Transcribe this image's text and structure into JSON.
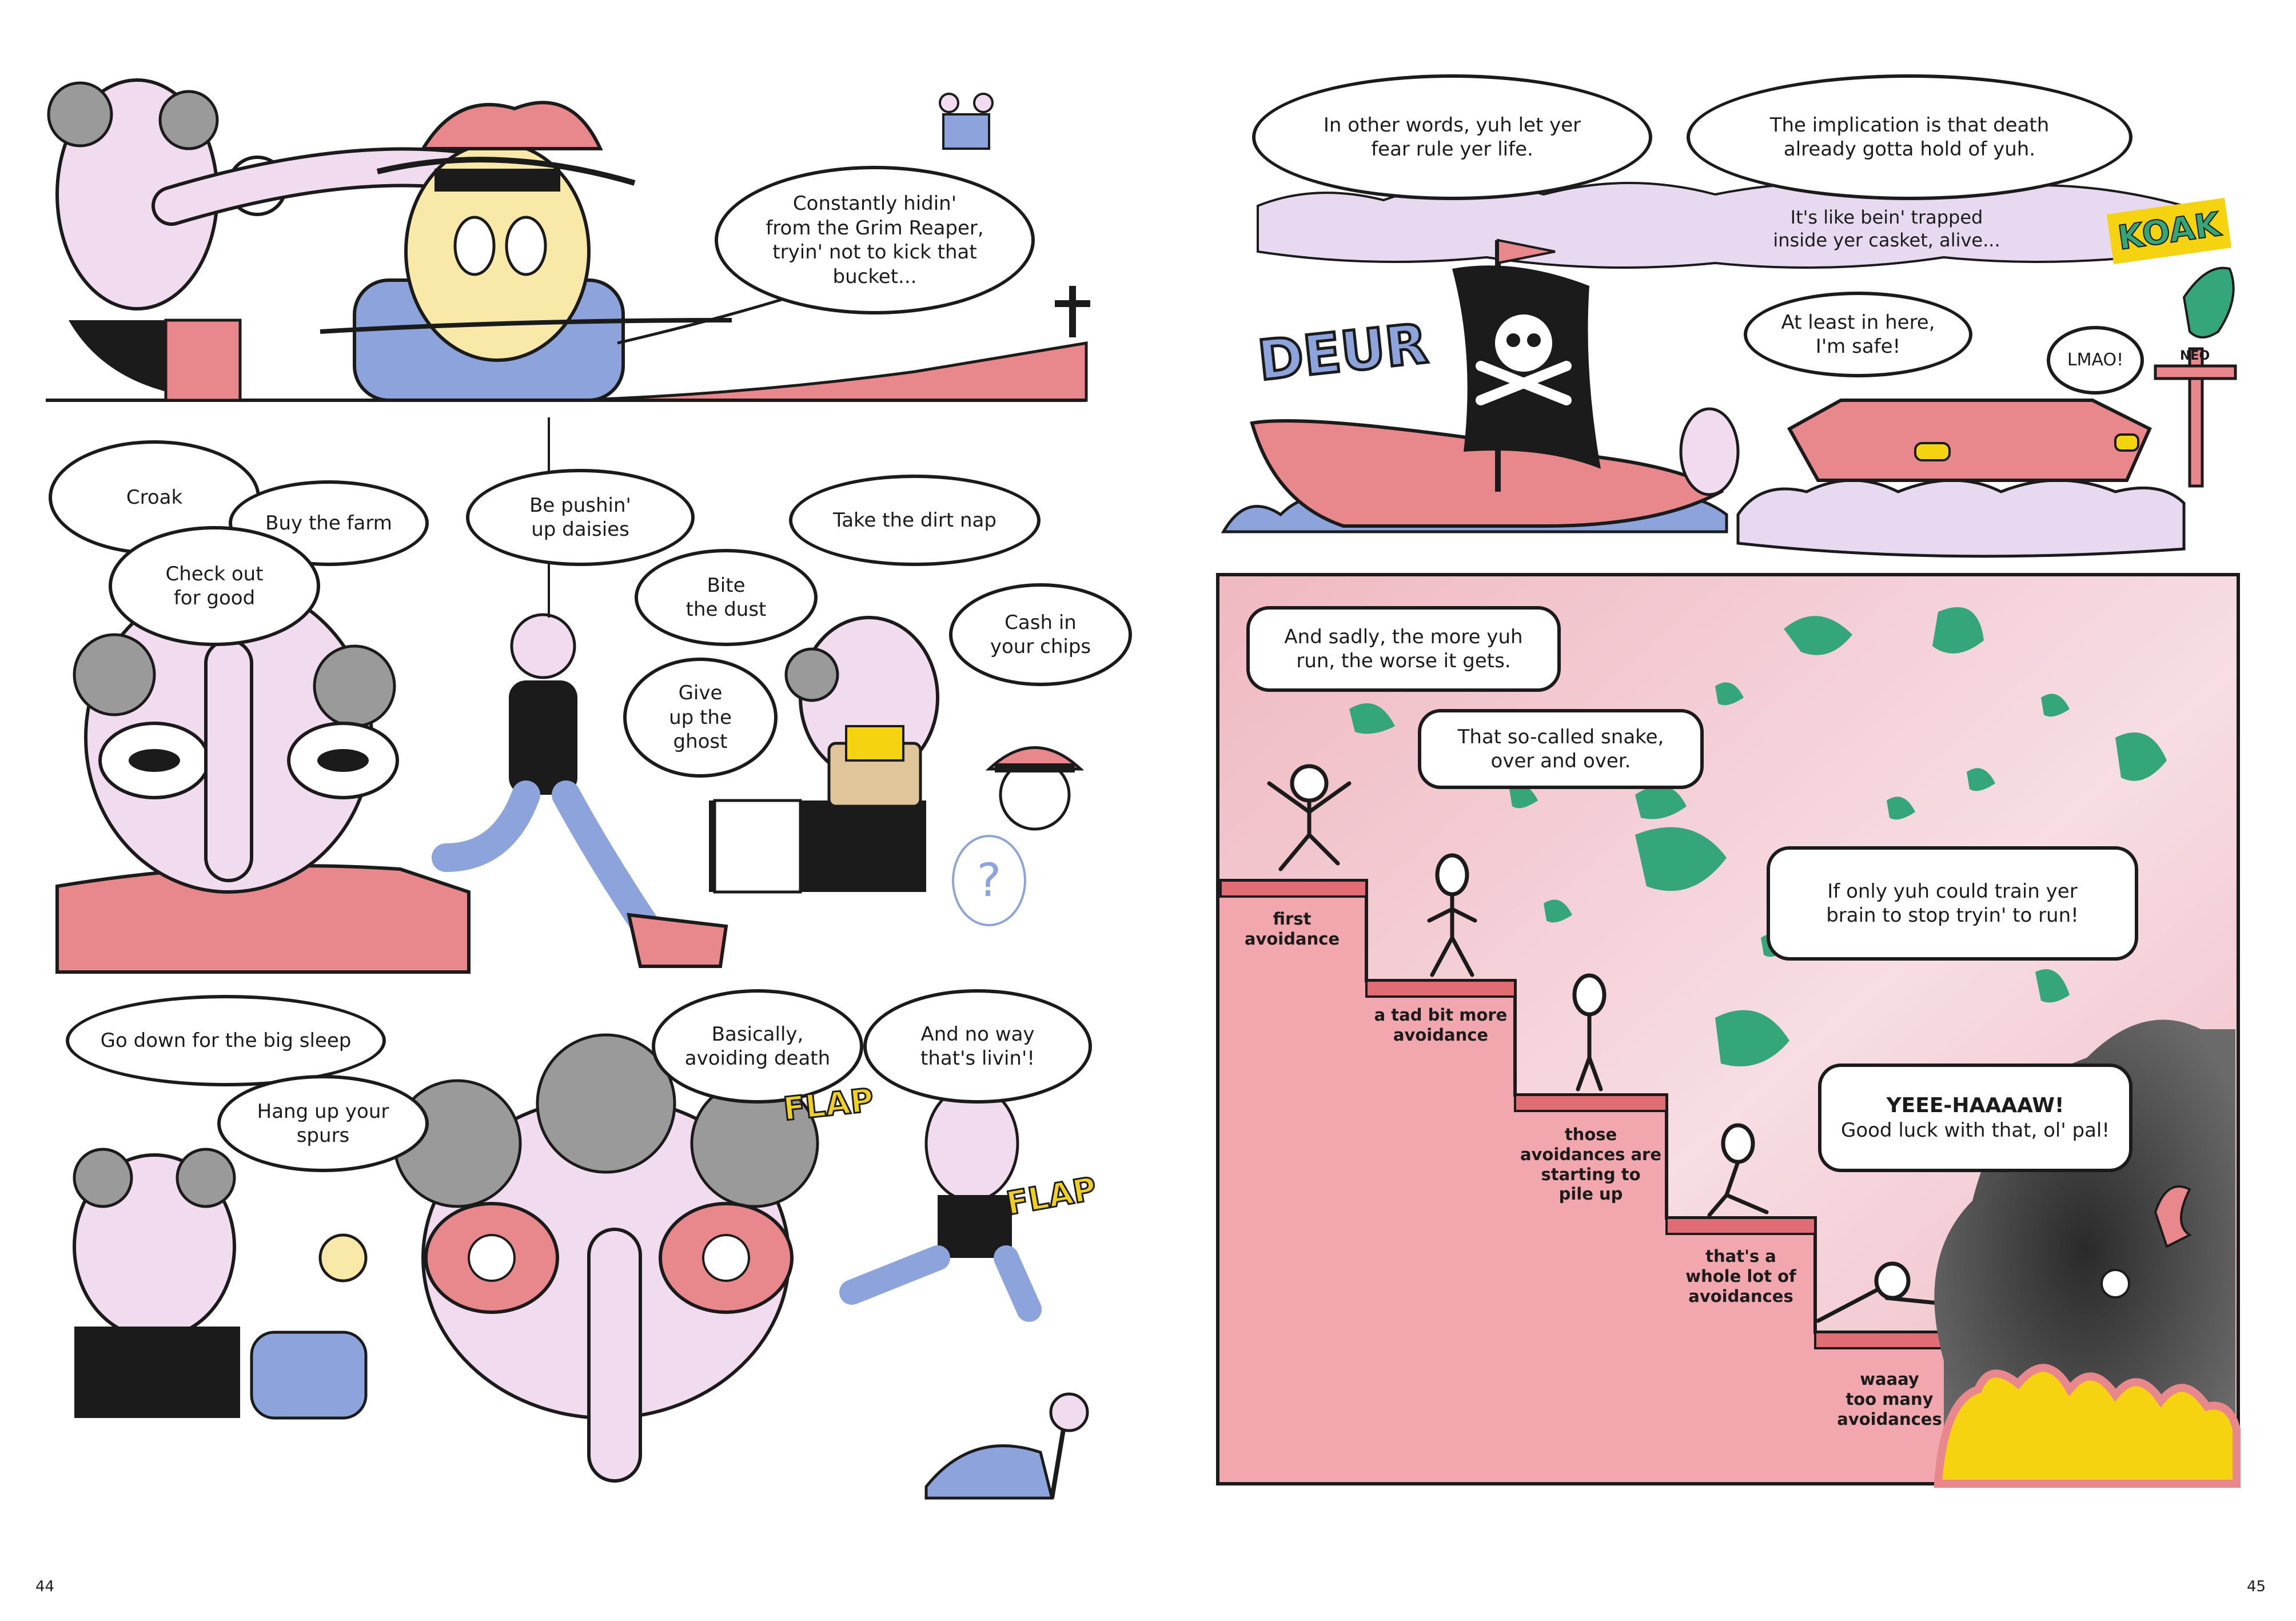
{
  "page_left": {
    "number": "44",
    "panel1": {
      "speech": "Constantly hidin'\nfrom the Grim Reaper,\ntryin' not to kick that\nbucket..."
    },
    "panel2": {
      "bubbles": [
        "Croak",
        "Buy the farm",
        "Check out\nfor good",
        "Be pushin'\nup daisies",
        "Bite\nthe dust",
        "Give\nup the\nghost",
        "Take the dirt nap",
        "Cash in\nyour chips"
      ],
      "question_mark": "?"
    },
    "panel3": {
      "bubbles": [
        "Go down for the big sleep",
        "Hang up your\nspurs",
        "Basically,\navoiding death",
        "And no way\nthat's livin'!"
      ],
      "sfx": [
        "FLAP",
        "FLAP"
      ]
    }
  },
  "page_right": {
    "number": "45",
    "panel1": {
      "bubbles": [
        "In other words, yuh let yer\nfear rule yer life.",
        "The implication is that death\nalready gotta hold of yuh."
      ],
      "cloud_caption": "It's like bein' trapped\ninside yer casket, alive...",
      "safe_bubble": "At least in here,\nI'm safe!",
      "lmao_bubble": "LMAO!",
      "sfx_koak": "KOAK",
      "sail_word": "DEUR",
      "cross_label": "NEO"
    },
    "panel2": {
      "boxes": [
        "And sadly, the more yuh\nrun, the worse it gets.",
        "That so-called snake,\nover and over.",
        "If only yuh could train yer\nbrain to stop tryin' to run!"
      ],
      "yeehaw": {
        "line1": "YEEE-HAAAAW!",
        "line2": "Good luck with that, ol' pal!"
      },
      "steps": [
        "first\navoidance",
        "a tad bit more\navoidance",
        "those\navoidances are\nstarting to\npile up",
        "that's a\nwhole lot of\navoidances",
        "waaay\ntoo many\navoidances"
      ]
    }
  },
  "colors": {
    "pink": "#e8888d",
    "light_pink": "#f4c9cf",
    "skin": "#f1dcef",
    "blue": "#8ca3dc",
    "green": "#35a57a",
    "yellow": "#f5d311",
    "black": "#1b1b1b",
    "grey_hair": "#9a9a9a",
    "fire_smoke": "#3a3a3a"
  }
}
